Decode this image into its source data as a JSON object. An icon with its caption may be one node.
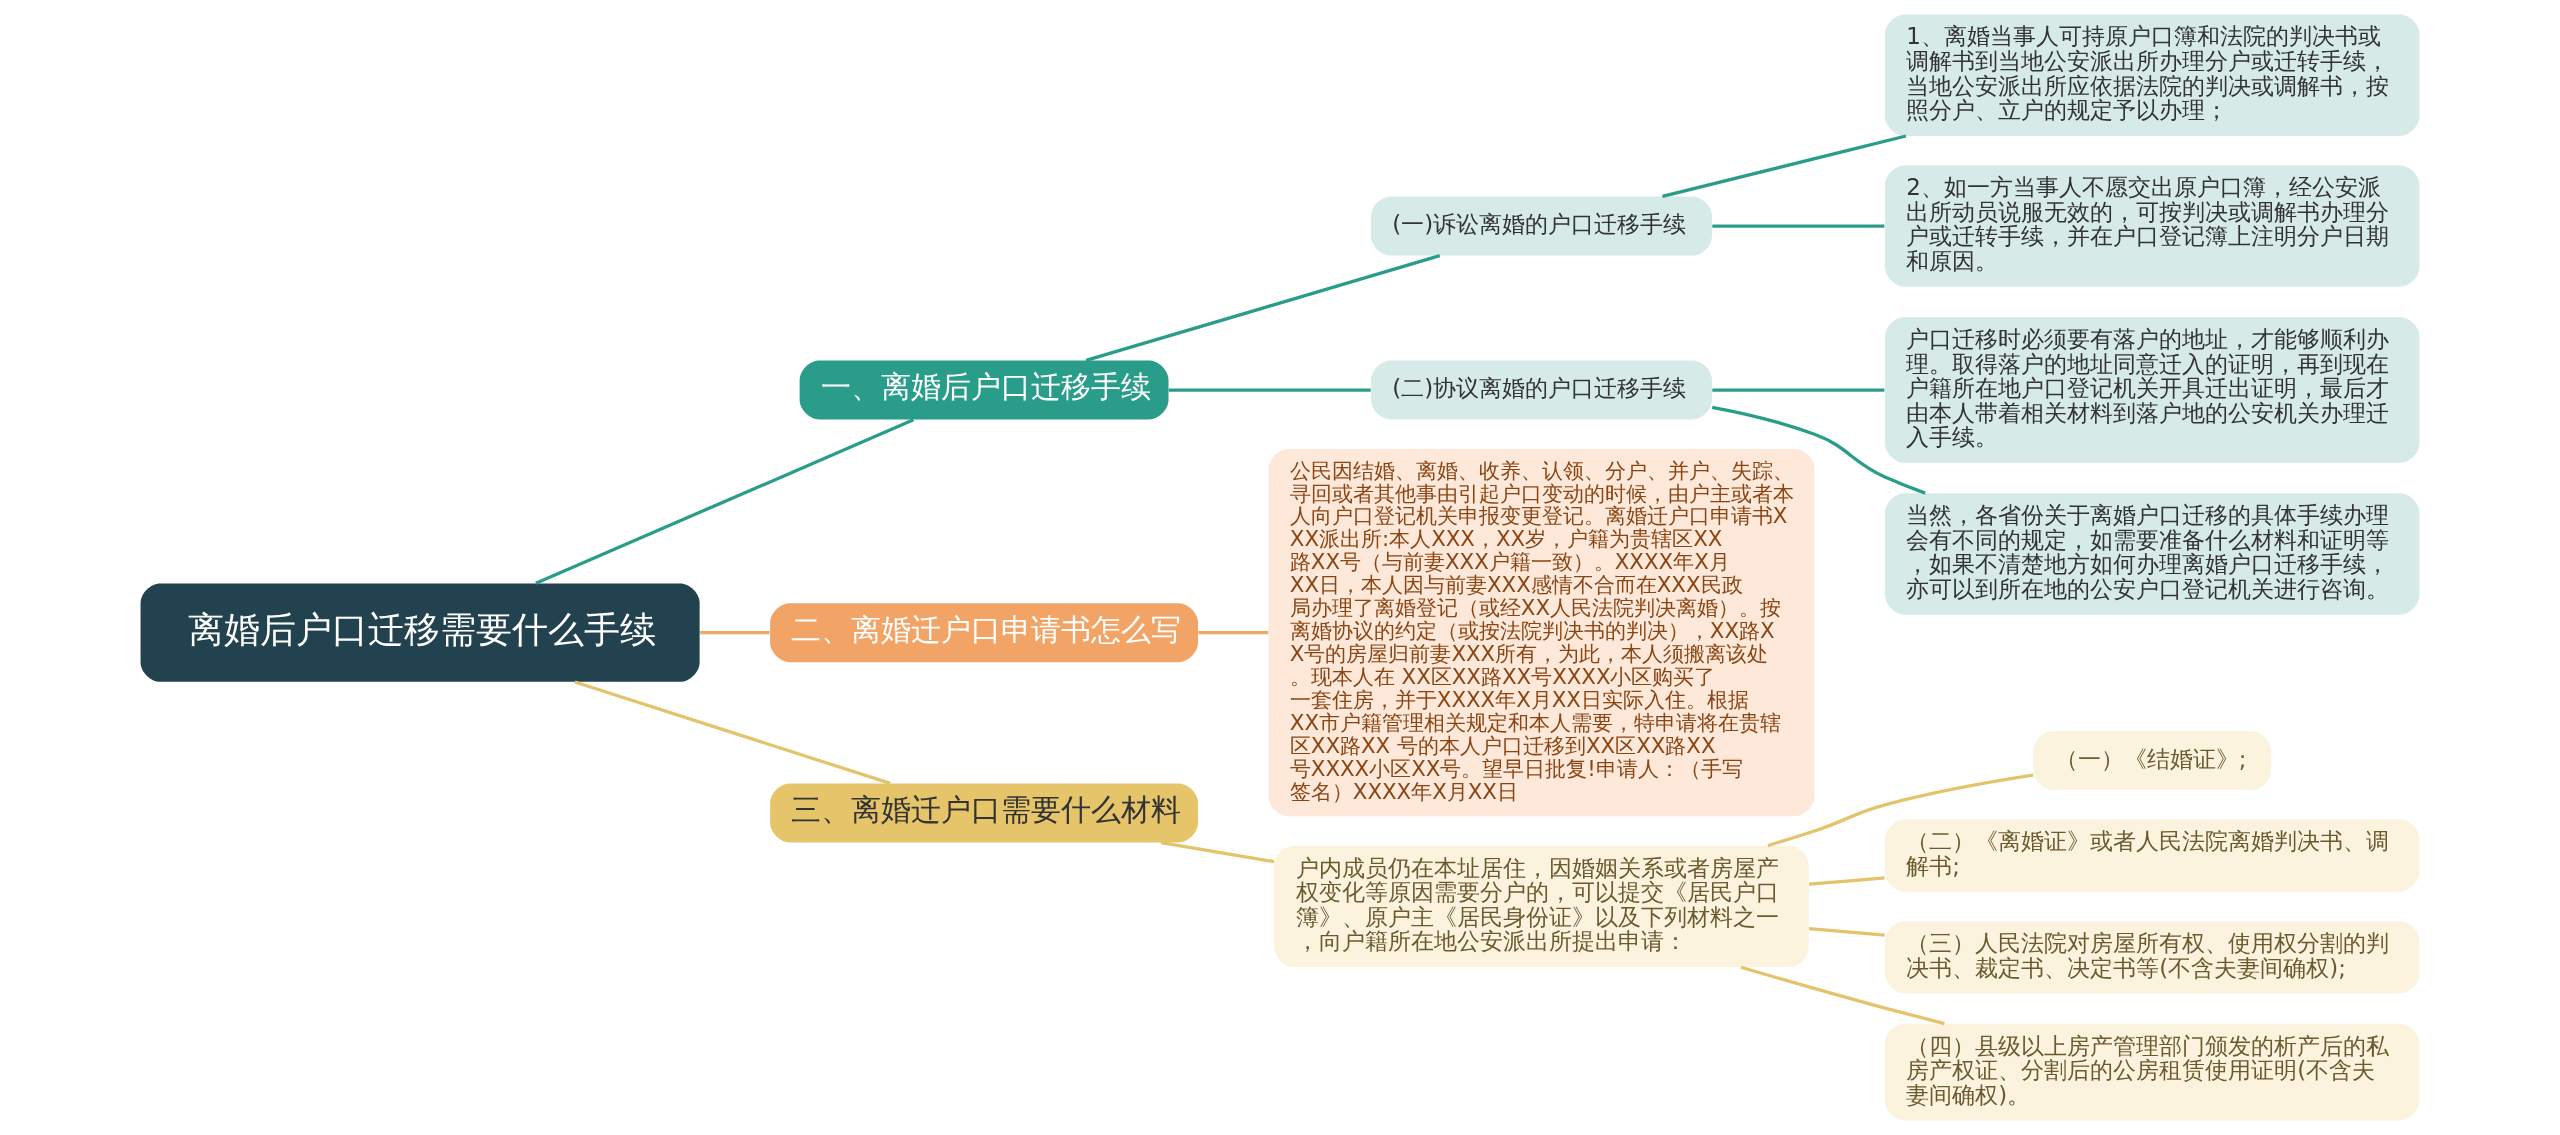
{
  "diagram": {
    "nodes": [
      {
        "text": [
          "离婚后户口迁移需要什么手续"
        ]
      },
      {
        "text": [
          "一、离婚后户口迁移手续"
        ]
      },
      {
        "text": [
          "(一)诉讼离婚的户口迁移手续"
        ]
      },
      {
        "text": [
          "1、离婚当事人可持原户口簿和法院的判决书或调解书到当地公安派出所办理分户或迁转手续，当地公安派出所应依据法院的判决或调解书，按照分户、立户的规定予以办理；"
        ]
      },
      {
        "text": [
          "2、如一方当事人不愿交出原户口簿，经公安派出所动员说服无效的，可按判决或调解书办理分户或迁转手续，并在户口登记簿上注明分户日期和原因。"
        ]
      },
      {
        "text": [
          "(二)协议离婚的户口迁移手续"
        ]
      },
      {
        "text": [
          "户口迁移时必须要有落户的地址，才能够顺利办理。取得落户的地址同意迁入的证明，再到现在户籍所在地户口登记机关开具迁出证明，最后才由本人带着相关材料到落户地的公安机关办理迁入手续。"
        ]
      },
      {
        "text": [
          "当然，各省份关于离婚户口迁移的具体手续办理会有不同的规定，如需要准备什么材料和证明等，如果不清楚地方如何办理离婚户口迁移手续，亦可以到所在地的公安户口登记机关进行咨询。"
        ]
      },
      {
        "text": [
          "二、离婚迁户口申请书怎么写"
        ]
      },
      {
        "text": [
          "公民因结婚、离婚、收养、认领、分户、并户、失踪、寻回或者其他事由引起户口变动的时候，由户主或者本人向户口登记机关申报变更登记。离婚迁户口申请书XXX派出所:本人XXX，XX岁，户籍为贵辖区XX路XX号（与前妻XXX户籍一致）。XXXX年X月XX日，本人因与前妻XXX感情不合而在XXX民政局办理了离婚登记（或经XX人民法院判决离婚）。按离婚协议的约定（或按法院判决书的判决），XX路XX号的房屋归前妻XXX所有，为此，本人须搬离该处。现本人在 XX区XX路XX号XXXX小区购买了一套住房，并于XXXX年X月XX日实际入住。根据XX市户籍管理相关规定和本人需要，特申请将在贵辖区XX路XX 号的本人户口迁移到XX区XX路XX号XXXX小区XX号。望早日批复!申请人：（手写签名）XXXX年X月XX日"
        ]
      },
      {
        "text": [
          "三、离婚迁户口需要什么材料"
        ]
      },
      {
        "text": [
          "户内成员仍在本址居住，因婚姻关系或者房屋产权变化等原因需要分户的，可以提交《居民户口簿》、原户主《居民身份证》以及下列材料之一，向户籍所在地公安派出所提出申请："
        ]
      },
      {
        "text": [
          "（一）《结婚证》;"
        ]
      },
      {
        "text": [
          "（二）《离婚证》或者人民法院离婚判决书、调解书;"
        ]
      },
      {
        "text": [
          "（三）人民法院对房屋所有权、使用权分割的判决书、裁定书、决定书等(不含夫妻间确权);"
        ]
      },
      {
        "text": [
          "（四）县级以上房产管理部门颁发的析产后的私房产权证、分割后的公房租赁使用证明(不含夫妻间确权)。"
        ]
      }
    ],
    "edges": [
      {
        "from": 0,
        "to": 1,
        "arrow": "none"
      },
      {
        "from": 1,
        "to": 2,
        "arrow": "none"
      },
      {
        "from": 2,
        "to": 3,
        "arrow": "none"
      },
      {
        "from": 2,
        "to": 4,
        "arrow": "none"
      },
      {
        "from": 1,
        "to": 5,
        "arrow": "none"
      },
      {
        "from": 5,
        "to": 6,
        "arrow": "none"
      },
      {
        "from": 5,
        "to": 7,
        "arrow": "none"
      },
      {
        "from": 0,
        "to": 8,
        "arrow": "none",
        "color": "#f0a868"
      },
      {
        "from": 8,
        "to": 9,
        "arrow": "none",
        "color": "#f0a868"
      },
      {
        "from": 0,
        "to": 10,
        "arrow": "none",
        "color": "#e3c36b"
      },
      {
        "from": 10,
        "to": 11,
        "arrow": "none",
        "color": "#e3c36b"
      },
      {
        "from": 11,
        "to": 12,
        "arrow": "none",
        "color": "#e3c36b"
      },
      {
        "from": 11,
        "to": 13,
        "arrow": "none",
        "color": "#e3c36b"
      },
      {
        "from": 11,
        "to": 14,
        "arrow": "none",
        "color": "#e3c36b"
      },
      {
        "from": 11,
        "to": 15,
        "arrow": "none",
        "color": "#e3c36b"
      }
    ]
  }
}
